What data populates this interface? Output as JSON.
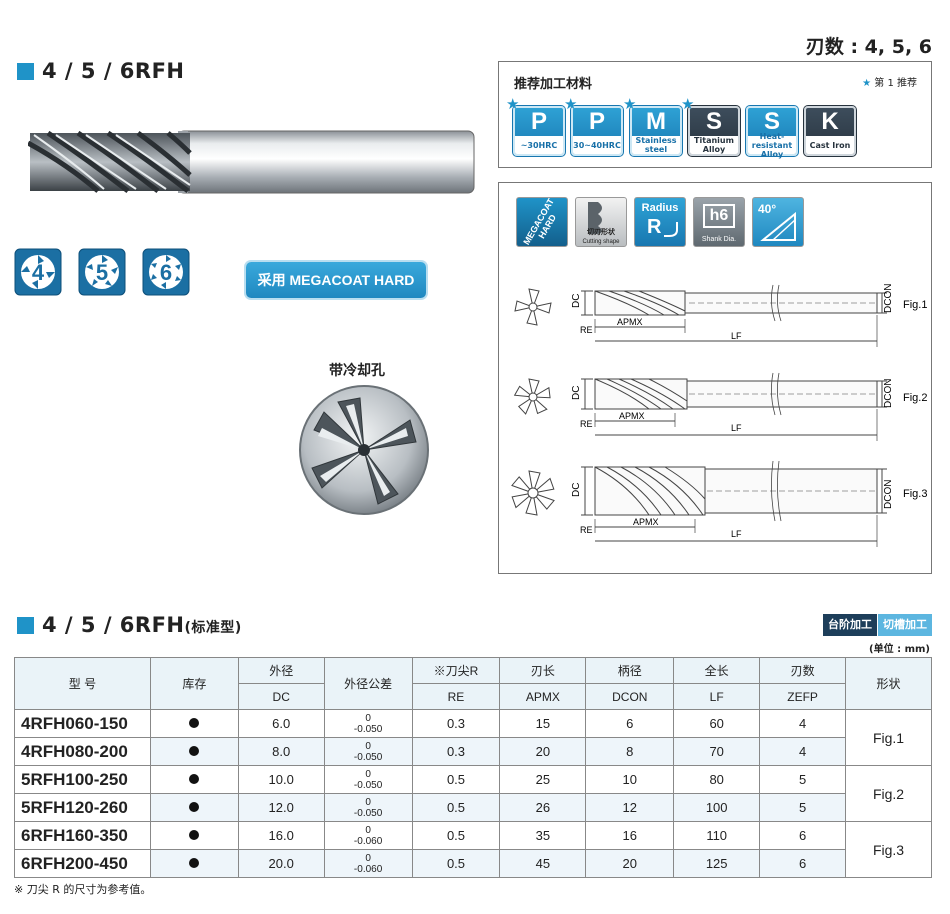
{
  "header": {
    "title": "4 / 5 / 6RFH",
    "flutes": "刃数 : 4, 5, 6"
  },
  "badges": {
    "flute_counts": [
      "4",
      "5",
      "6"
    ],
    "coating": "采用 MEGACOAT HARD",
    "coolant": "带冷却孔"
  },
  "materials": {
    "title": "推荐加工材料",
    "star_note": "第 1 推荐",
    "items": [
      {
        "letter": "P",
        "caption": "~30HRC",
        "starred": true,
        "dark": false
      },
      {
        "letter": "P",
        "caption": "30~40HRC",
        "starred": true,
        "dark": false
      },
      {
        "letter": "M",
        "caption": "Stainless steel",
        "starred": true,
        "dark": false
      },
      {
        "letter": "S",
        "caption": "Titanium Alloy",
        "starred": true,
        "dark": true
      },
      {
        "letter": "S",
        "caption": "Heat-resistant Alloy",
        "starred": false,
        "dark": false
      },
      {
        "letter": "K",
        "caption": "Cast Iron",
        "starred": false,
        "dark": true
      }
    ]
  },
  "features": {
    "megacoat": "MEGACOAT HARD",
    "shape_top": "切刃形状",
    "shape_bottom": "Cutting shape",
    "radius_top": "Radius",
    "radius_letter": "R",
    "h6": "h6",
    "h6_caption": "Shank Dia.",
    "angle": "40°"
  },
  "diagrams": {
    "labels": {
      "dc": "DC",
      "re": "RE",
      "apmx": "APMX",
      "lf": "LF",
      "dcon": "DCON"
    },
    "figs": [
      "Fig.1",
      "Fig.2",
      "Fig.3"
    ]
  },
  "table": {
    "section_title": "4 / 5 / 6RFH",
    "section_sub": "(标准型)",
    "tags": [
      "台阶加工",
      "切槽加工"
    ],
    "unit": "(单位 : mm)",
    "headers": {
      "model": "型  号",
      "stock": "库存",
      "dc_cn": "外径",
      "dc": "DC",
      "tol": "外径公差",
      "re_cn": "※刀尖R",
      "re": "RE",
      "apmx_cn": "刃长",
      "apmx": "APMX",
      "dcon_cn": "柄径",
      "dcon": "DCON",
      "lf_cn": "全长",
      "lf": "LF",
      "zefp_cn": "刃数",
      "zefp": "ZEFP",
      "shape": "形状"
    },
    "rows": [
      {
        "model": "4RFH060-150",
        "dc": "6.0",
        "tol_upper": "0",
        "tol_lower": "-0.050",
        "re": "0.3",
        "apmx": "15",
        "dcon": "6",
        "lf": "60",
        "zefp": "4"
      },
      {
        "model": "4RFH080-200",
        "dc": "8.0",
        "tol_upper": "0",
        "tol_lower": "-0.050",
        "re": "0.3",
        "apmx": "20",
        "dcon": "8",
        "lf": "70",
        "zefp": "4"
      },
      {
        "model": "5RFH100-250",
        "dc": "10.0",
        "tol_upper": "0",
        "tol_lower": "-0.050",
        "re": "0.5",
        "apmx": "25",
        "dcon": "10",
        "lf": "80",
        "zefp": "5"
      },
      {
        "model": "5RFH120-260",
        "dc": "12.0",
        "tol_upper": "0",
        "tol_lower": "-0.050",
        "re": "0.5",
        "apmx": "26",
        "dcon": "12",
        "lf": "100",
        "zefp": "5"
      },
      {
        "model": "6RFH160-350",
        "dc": "16.0",
        "tol_upper": "0",
        "tol_lower": "-0.060",
        "re": "0.5",
        "apmx": "35",
        "dcon": "16",
        "lf": "110",
        "zefp": "6"
      },
      {
        "model": "6RFH200-450",
        "dc": "20.0",
        "tol_upper": "0",
        "tol_lower": "-0.060",
        "re": "0.5",
        "apmx": "45",
        "dcon": "20",
        "lf": "125",
        "zefp": "6"
      }
    ],
    "shapes": [
      "Fig.1",
      "Fig.2",
      "Fig.3"
    ],
    "footnote": "※ 刀尖 R 的尺寸为参考值。"
  },
  "colors": {
    "accent": "#1f93c8",
    "dark": "#27333e"
  }
}
